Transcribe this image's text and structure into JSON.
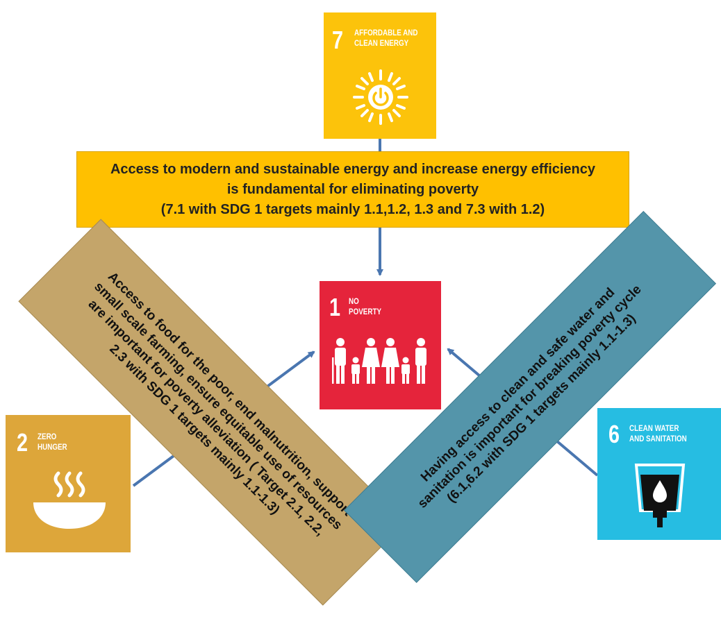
{
  "sdg7": {
    "number": "7",
    "lines": [
      "AFFORDABLE AND",
      "CLEAN ENERGY"
    ],
    "color": "#fcc30b",
    "icon": "sun-power-icon"
  },
  "sdg1": {
    "number": "1",
    "lines": [
      "NO",
      "POVERTY"
    ],
    "color": "#e5243b",
    "icon": "family-icon"
  },
  "sdg2": {
    "number": "2",
    "lines": [
      "ZERO",
      "HUNGER"
    ],
    "color": "#dda63a",
    "icon": "bowl-icon"
  },
  "sdg6": {
    "number": "6",
    "lines": [
      "CLEAN WATER",
      "AND SANITATION"
    ],
    "color": "#26bde2",
    "icon": "water-glass-icon"
  },
  "energy_box": {
    "lines": [
      "Access to modern and sustainable energy and increase energy efficiency",
      "is fundamental for eliminating poverty",
      "(7.1 with  SDG 1 targets mainly 1.1,1.2, 1.3 and 7.3 with 1.2)"
    ],
    "color": "#ffc000"
  },
  "food_band": {
    "lines": [
      "Access to food for the poor, end malnutrition, support",
      "small scale farming, ensure equitable use of resources",
      "are important for poverty alleviation   ( Target 2.1, 2.2,",
      "2.3 with  SDG 1 targets mainly 1.1-1.3)"
    ],
    "color": "#c4a56a"
  },
  "water_band": {
    "lines": [
      "Having access to clean and safe water and",
      "sanitation is important for breaking poverty cycle",
      "(6.1,6.2 with SDG 1 targets mainly 1.1-1.3)"
    ],
    "color": "#5495aa"
  },
  "arrow_color": "#4a76b0"
}
